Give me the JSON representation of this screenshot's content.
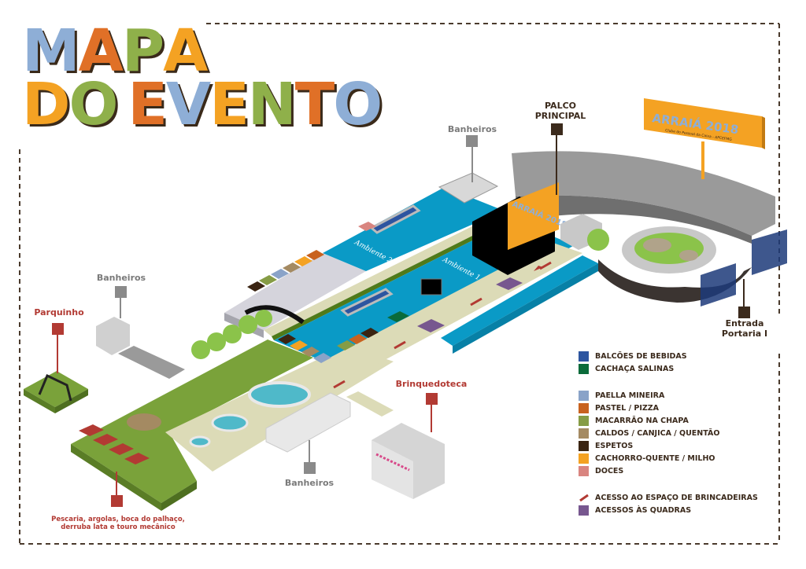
{
  "title": {
    "line1": [
      "M",
      "A",
      "P",
      "A"
    ],
    "line2": [
      "D",
      "O",
      " ",
      "E",
      "V",
      "E",
      "N",
      "T",
      "O"
    ],
    "line1_colors": [
      "#8eaed6",
      "#e07027",
      "#8fb04a",
      "#f4a223"
    ],
    "line2_colors": [
      "#f4a223",
      "#8fb04a",
      "#fff",
      "#e07027",
      "#8eaed6",
      "#f4a223",
      "#8fb04a",
      "#e07027",
      "#8eaed6"
    ]
  },
  "labels": {
    "banheiros_top": "Banheiros",
    "palco": [
      "PALCO",
      "PRINCIPAL"
    ],
    "banheiros_left": "Banheiros",
    "parquinho": "Parquinho",
    "brinquedoteca": "Brinquedoteca",
    "banheiros_bottom": "Banheiros",
    "pescaria": [
      "Pescaria, argolas, boca do palhaço,",
      "derruba lata e touro mecânico"
    ],
    "entrada": [
      "Entrada",
      "Portaria I"
    ],
    "ambiente_1": "Ambiente 1",
    "ambiente_2": "Ambiente 2"
  },
  "signs": {
    "big": {
      "logo": "ARRAIÁ 2018",
      "subtitle": "Clube do Pessoal da Caixa - APCEFMG"
    },
    "stage": {
      "logo": "ARRAIÁ 2018"
    }
  },
  "legend": {
    "groups": [
      [
        {
          "label": "BALCÕES DE BEBIDAS",
          "color": "#2d55a0"
        },
        {
          "label": "CACHAÇA SALINAS",
          "color": "#0a6b3a"
        }
      ],
      [
        {
          "label": "PAELLA MINEIRA",
          "color": "#8aa3c8"
        },
        {
          "label": "PASTEL / PIZZA",
          "color": "#c8621f"
        },
        {
          "label": "MACARRÃO NA CHAPA",
          "color": "#869c45"
        },
        {
          "label": "CALDOS / CANJICA / QUENTÃO",
          "color": "#a48a62"
        },
        {
          "label": "ESPETOS",
          "color": "#3a2412"
        },
        {
          "label": "CACHORRO-QUENTE / MILHO",
          "color": "#f4a223"
        },
        {
          "label": "DOCES",
          "color": "#d98580"
        }
      ],
      [
        {
          "label": "ACESSO AO ESPAÇO DE BRINCADEIRAS",
          "color": "#b23a33",
          "icon": "arrow-icon"
        },
        {
          "label": "ACESSOS ÀS QUADRAS",
          "color": "#77578f"
        }
      ]
    ]
  },
  "colors": {
    "blue_floor": "#0a9ac6",
    "lawn": "#7aa23a",
    "walkway": "#dcdbb7",
    "wall": "#8a8a8a",
    "stage": "#000000",
    "sign": "#f4a223",
    "label_red": "#b23a33",
    "label_grey": "#7a7a7a",
    "label_dark": "#3b2a1c"
  }
}
